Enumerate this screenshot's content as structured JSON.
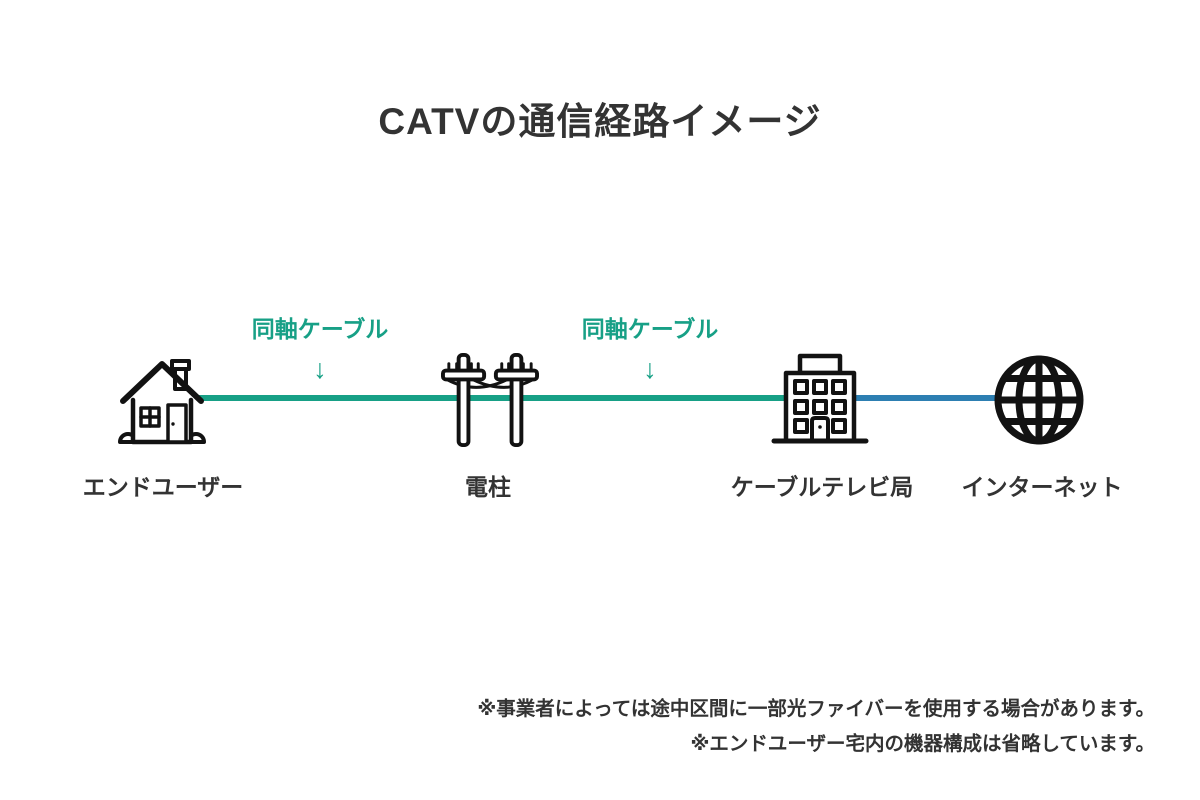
{
  "title": "CATVの通信経路イメージ",
  "colors": {
    "coax_cable": "#17a086",
    "internet_cable": "#2d7fb2",
    "text": "#333333",
    "icon_stroke": "#121212",
    "background": "#ffffff"
  },
  "nodes": [
    {
      "id": "end-user",
      "label": "エンドユーザー",
      "icon": "house-icon"
    },
    {
      "id": "utility-pole",
      "label": "電柱",
      "icon": "utility-pole-icon"
    },
    {
      "id": "catv-station",
      "label": "ケーブルテレビ局",
      "icon": "building-icon"
    },
    {
      "id": "internet",
      "label": "インターネット",
      "icon": "globe-icon"
    }
  ],
  "cables": [
    {
      "type": "coaxial",
      "label": "同軸ケーブル",
      "arrow": "↓",
      "from": "end-user",
      "to": "utility-pole"
    },
    {
      "type": "coaxial",
      "label": "同軸ケーブル",
      "arrow": "↓",
      "from": "utility-pole",
      "to": "catv-station"
    },
    {
      "type": "internet",
      "label": "",
      "arrow": "",
      "from": "catv-station",
      "to": "internet"
    }
  ],
  "notes": [
    "※事業者によっては途中区間に一部光ファイバーを使用する場合があります。",
    "※エンドユーザー宅内の機器構成は省略しています。"
  ]
}
